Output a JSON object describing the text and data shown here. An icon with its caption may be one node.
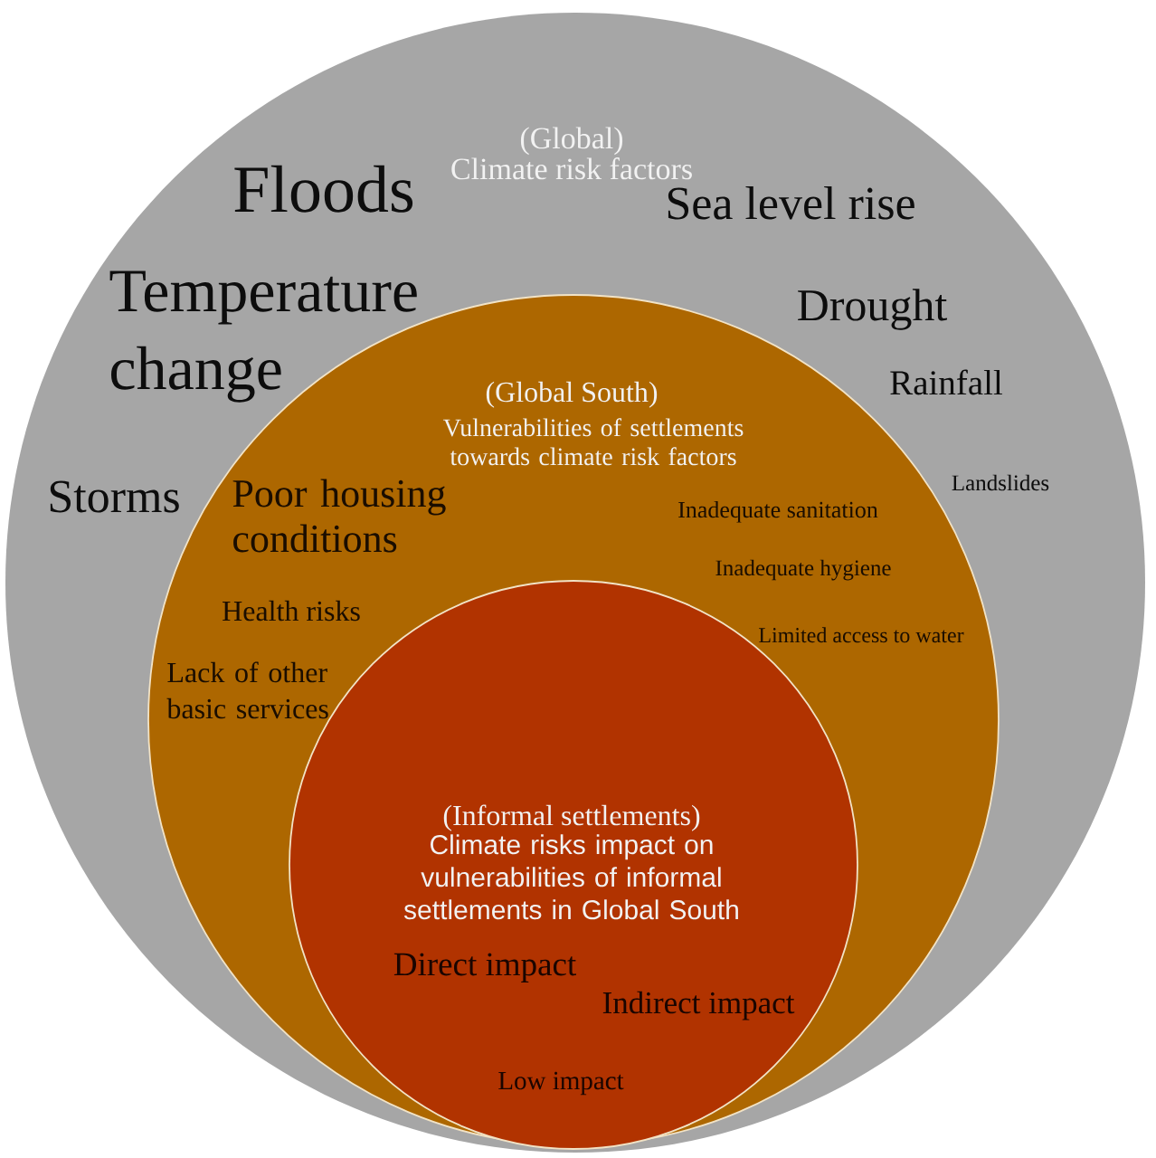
{
  "diagram": {
    "nodes": [
      {
        "text": [
          "(Global)",
          "Climate risk factors",
          "Floods",
          "Sea level rise",
          "Temperature change",
          "Drought",
          "Rainfall",
          "Storms",
          "Landslides"
        ]
      },
      {
        "text": [
          "(Global South)",
          "Vulnerabilities of settlements towards climate risk factors",
          "Poor housing conditions",
          "Inadequate sanitation",
          "Inadequate hygiene",
          "Health risks",
          "Limited access to water",
          "Lack of other basic services"
        ],
        "in": 0
      },
      {
        "text": [
          "(Informal settlements)",
          "Climate risks impact on vulnerabilities of informal settlements in Global South",
          "Direct impact",
          "Indirect impact",
          "Low impact"
        ],
        "in": 1
      }
    ]
  }
}
